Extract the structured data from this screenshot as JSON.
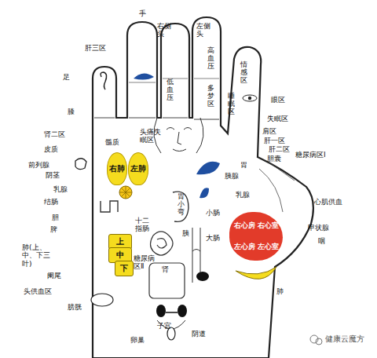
{
  "diagram": {
    "nodes": [
      {
        "text": [
          "右肺"
        ]
      },
      {
        "text": [
          "左肺"
        ]
      },
      {
        "text": [
          "上"
        ]
      },
      {
        "text": [
          "中"
        ]
      },
      {
        "text": [
          "下"
        ]
      },
      {
        "text": [
          "右心房",
          "右心室",
          "左心房",
          "左心室"
        ]
      }
    ],
    "labels": [
      "手",
      "右侧头",
      "左侧头",
      "肝三区",
      "足",
      "高血压",
      "低血压",
      "多梦区",
      "情感区",
      "眼区",
      "睡眠区",
      "失眠区",
      "肩区",
      "肝一区",
      "肝二区",
      "胆囊",
      "糖尿病区Ⅰ",
      "膝",
      "肾二区",
      "髓质",
      "头痛失眠区",
      "皮质",
      "前列腺",
      "阴茎",
      "乳腺",
      "结肠",
      "胆",
      "脾",
      "肺(上、中、下三叶)",
      "阑尾",
      "头供血区",
      "膀胱",
      "十二指肠",
      "胃小弯",
      "糖尿病区Ⅱ",
      "肾",
      "子宫",
      "卵巢",
      "阴道",
      "胰",
      "小肠",
      "大肠",
      "胃",
      "胰腺",
      "乳腺",
      "心肌供血",
      "甲状腺",
      "咽",
      "肺",
      "健康云魔方"
    ]
  }
}
